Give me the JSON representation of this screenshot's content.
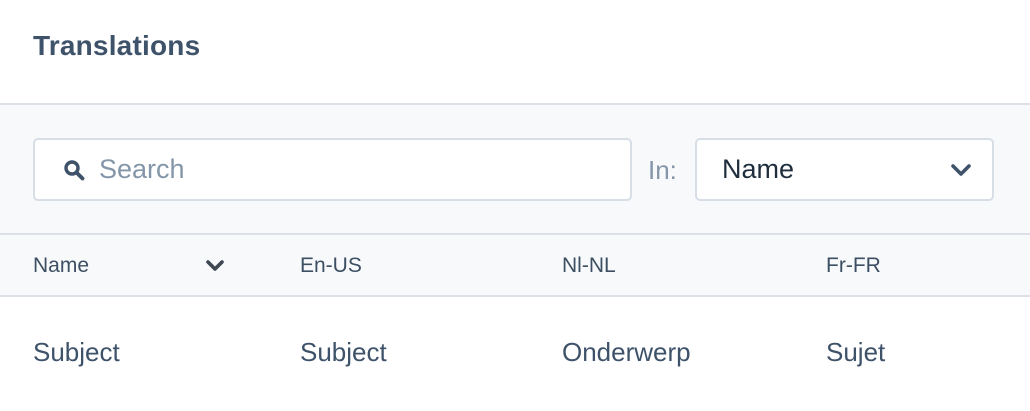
{
  "header": {
    "title": "Translations"
  },
  "filter": {
    "search": {
      "icon": "search-icon",
      "placeholder": "Search",
      "value": ""
    },
    "in_label": "In:",
    "field_select": {
      "selected": "Name",
      "icon": "chevron-down-icon"
    }
  },
  "table": {
    "columns": [
      {
        "label": "Name",
        "sortable": true,
        "sort_icon": "chevron-down-icon"
      },
      {
        "label": "En-US"
      },
      {
        "label": "Nl-NL"
      },
      {
        "label": "Fr-FR"
      }
    ],
    "rows": [
      {
        "name": "Subject",
        "en_us": "Subject",
        "nl_nl": "Onderwerp",
        "fr_fr": "Sujet"
      }
    ]
  },
  "colors": {
    "title": "#3e526a",
    "text": "#3d4f63",
    "placeholder": "#8496a9",
    "border": "#d8dee6",
    "panel_bg": "#f7f9fb",
    "page_bg": "#ffffff"
  }
}
